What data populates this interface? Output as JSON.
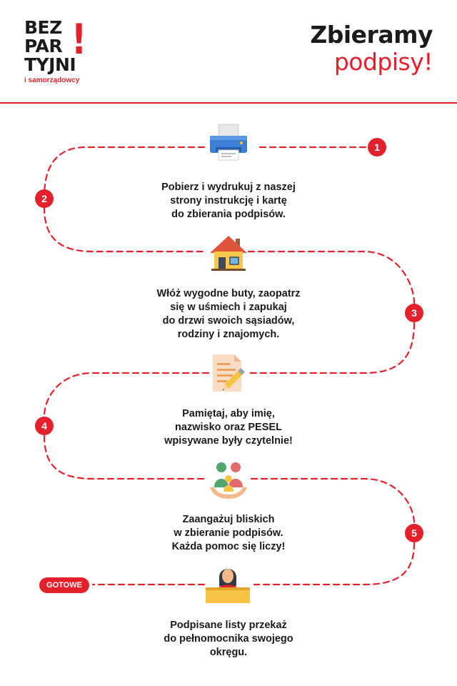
{
  "logo": {
    "line1": "BEZ",
    "line2": "PAR",
    "line3": "TYJNI",
    "excl": "!",
    "subtitle": "i samorządowcy"
  },
  "header": {
    "title_line1": "Zbieramy",
    "title_line2": "podpisy!"
  },
  "colors": {
    "accent": "#e3202b",
    "text": "#1b1b1b"
  },
  "markers": [
    "1",
    "2",
    "3",
    "4",
    "5"
  ],
  "final_badge": "GOTOWE",
  "steps": [
    {
      "icon": "printer-icon",
      "lines": [
        "Pobierz i wydrukuj z naszej",
        "strony instrukcję i kartę",
        "do zbierania podpisów."
      ]
    },
    {
      "icon": "house-icon",
      "lines": [
        "Włóż wygodne buty, zaopatrz",
        "się w uśmiech i zapukaj",
        "do drzwi swoich sąsiadów,",
        "rodziny i znajomych."
      ]
    },
    {
      "icon": "document-pencil-icon",
      "lines": [
        "Pamiętaj, aby imię,",
        "nazwisko oraz PESEL",
        "wpisywane były czytelnie!"
      ]
    },
    {
      "icon": "family-icon",
      "lines": [
        "Zaangażuj bliskich",
        "w zbieranie podpisów.",
        "Każda pomoc się liczy!"
      ]
    },
    {
      "icon": "person-desk-icon",
      "lines": [
        "Podpisane listy przekaż",
        "do pełnomocnika swojego",
        "okręgu."
      ]
    }
  ]
}
